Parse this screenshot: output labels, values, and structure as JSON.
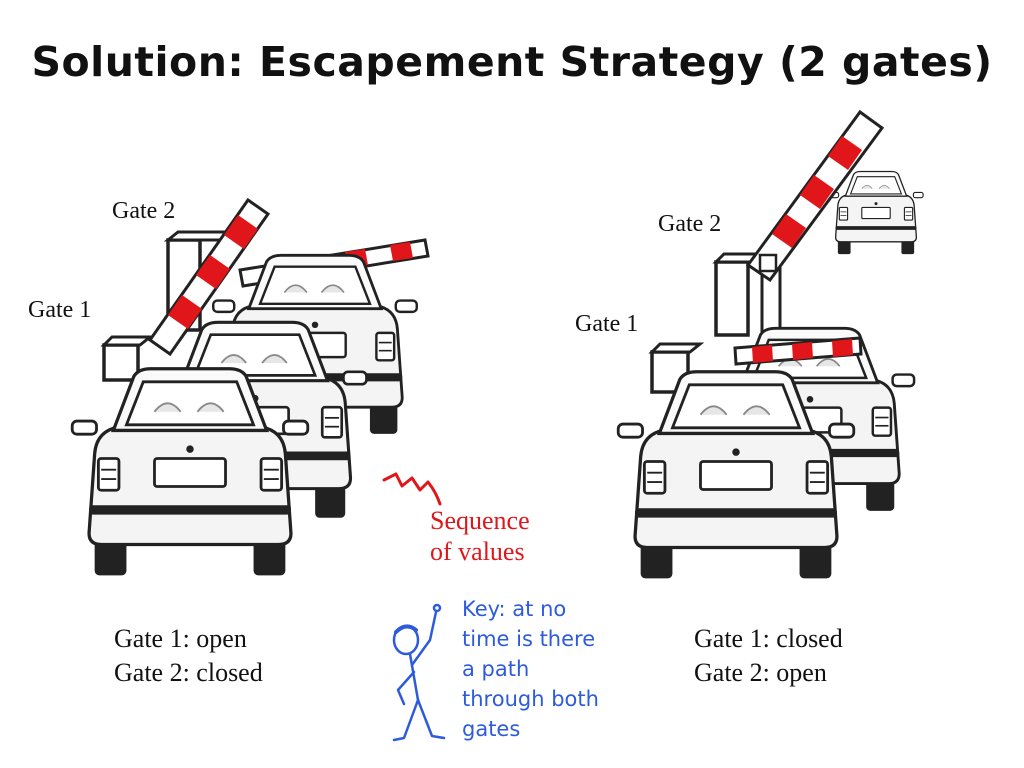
{
  "title": "Solution: Escapement Strategy (2 gates)",
  "left_scene": {
    "gate2_label": "Gate 2",
    "gate1_label": "Gate 1",
    "status_line1": "Gate 1: open",
    "status_line2": "Gate 2: closed"
  },
  "right_scene": {
    "gate2_label": "Gate 2",
    "gate1_label": "Gate 1",
    "status_line1": "Gate 1: closed",
    "status_line2": "Gate 2: open"
  },
  "annotation": {
    "line1": "Sequence",
    "line2": "of values"
  },
  "key_note": {
    "line1": "Key: at no",
    "line2": "time is there",
    "line3": "a path",
    "line4": "through both",
    "line5": "gates"
  },
  "colors": {
    "barrier_red": "#e0161b",
    "annotation_red": "#e0161b",
    "key_blue": "#2d5bdb"
  },
  "icons": [
    "car-rear-icon",
    "gate-barrier-icon",
    "stick-figure-icon",
    "squiggle-arrow-icon"
  ]
}
